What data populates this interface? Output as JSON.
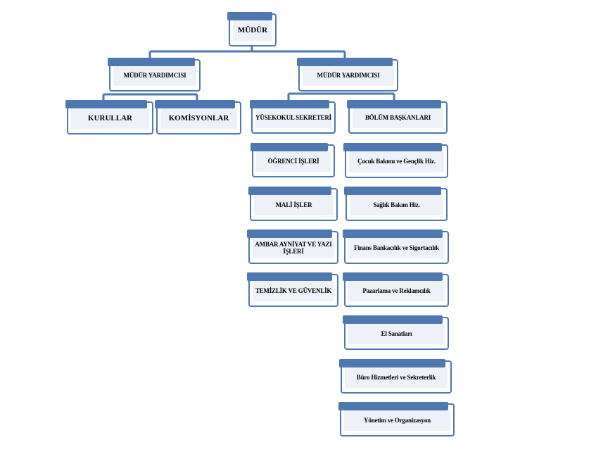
{
  "colors": {
    "frame": "#4f77b0",
    "fill": "#eef2f8",
    "connector": "#4f77b0"
  },
  "nodes": {
    "mudur": "MÜDÜR",
    "yardimci_1": "MÜDÜR  YARDIMCISI",
    "yardimci_2": "MÜDÜR YARDIMCISI",
    "kurullar": "KURULLAR",
    "komisyonlar": "KOMİSYONLAR",
    "yuksekokul_sekreteri": "YÜSEKOKUL SEKRETERİ",
    "bolum_baskanlari": "BÖLÜM BAŞKANLARI",
    "ogrenci_isleri": "ÖĞRENCİ İŞLERİ",
    "mali_isler": "MALİ İŞLER",
    "ambar": "AMBAR AYNİYAT VE YAZI İŞLERİ",
    "temizlik": "TEMİZLİK  VE GÜVENLİK",
    "cocuk_bakimi": "Çocuk Bakımı ve Gençlik Hiz.",
    "saglik_bakim": "Sağlık Bakım Hiz.",
    "finans": "Finans Bankacılık ve Sigortacılık",
    "pazarlama": "Pazarlama ve Reklamcılık",
    "el_sanatlari": "El Sanatları",
    "buro": "Büro Hizmetleri ve Sekreterlik",
    "yonetim": "Yönetim ve Organizasyon"
  }
}
